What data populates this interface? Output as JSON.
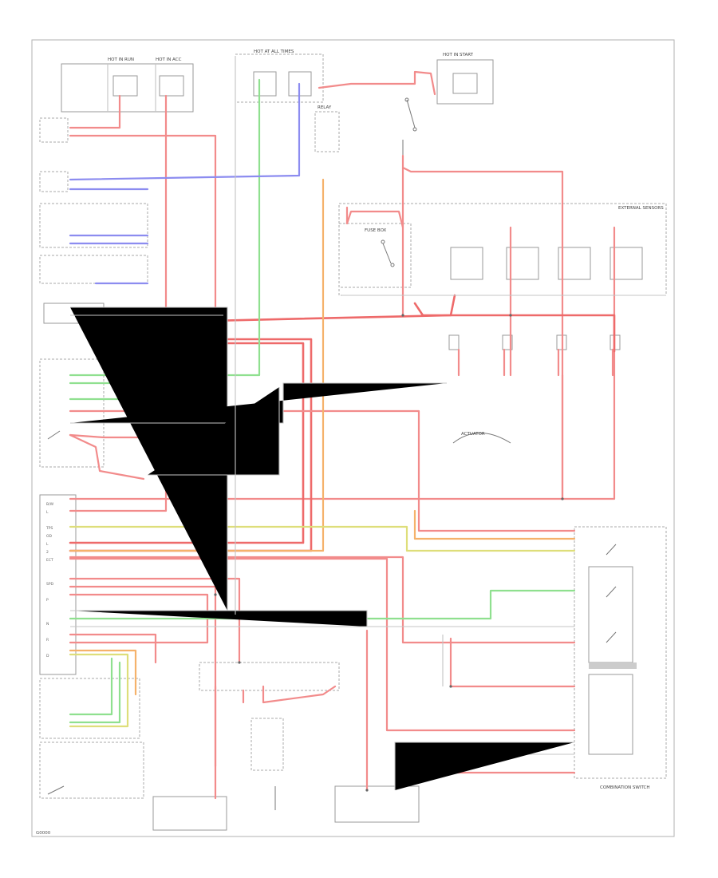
{
  "footer": {
    "code": "G0000"
  },
  "components": {
    "combination_switch": "COMBINATION SWITCH",
    "external_sensors": "EXTERNAL SENSORS",
    "actuator": "ACTUATOR",
    "fuse_box": "FUSE BOX",
    "relay": "RELAY"
  },
  "labels": {
    "hot_in_run": "HOT IN RUN",
    "hot_at_all_times": "HOT AT ALL TIMES",
    "hot_in_acc": "HOT IN ACC",
    "hot_in_start": "HOT IN START"
  }
}
